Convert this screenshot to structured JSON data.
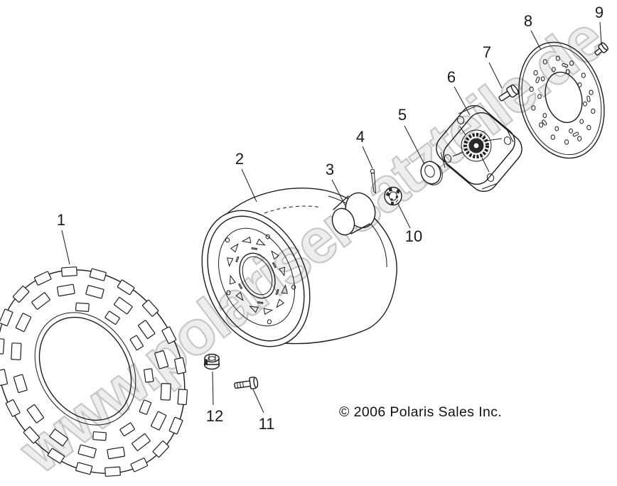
{
  "diagram": {
    "watermark_text": "www.polarisersatzteile.de",
    "copyright_text": "© 2006 Polaris Sales Inc.",
    "background_color": "#ffffff",
    "line_color": "#1c1c1c",
    "watermark_fill_color": "#eeeeee",
    "watermark_stroke_color": "#c7c7c7",
    "callouts": [
      "1",
      "2",
      "3",
      "4",
      "5",
      "6",
      "7",
      "8",
      "9",
      "10",
      "11",
      "12"
    ]
  }
}
